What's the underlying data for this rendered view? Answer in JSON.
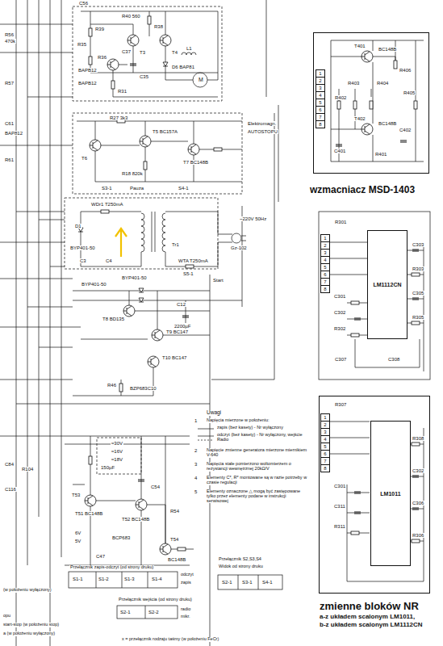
{
  "diagram": {
    "nodes": [
      {
        "text": [
          "wzmacniacz MSD-1403"
        ]
      },
      {
        "text": [
          "LM1112CN"
        ]
      },
      {
        "text": [
          "zmienne bloków NR",
          "a-z układem scalonym LM1011,",
          "b-z układem scalonym LM1112CN"
        ]
      },
      {
        "text": [
          "LM1011"
        ],
        "in": 2
      }
    ],
    "labels": [
      "C56",
      "R40 560",
      "R39",
      "R38",
      "C37",
      "T3",
      "T4",
      "R35",
      "BAPB12",
      "R36",
      "BAPB12",
      "R31",
      "C35",
      "D6 BAP81",
      "L1",
      "M",
      "R27 3k3",
      "T5 BC157A",
      "T6",
      "T7 BC148B",
      "R18 820k",
      "Elektromagn.",
      "AUTOSTOPU",
      "S3-1",
      "Pauza",
      "S4-1",
      "Tr1",
      "WDr1 T250mA",
      "~220V 50Hz",
      "D1",
      "BYP401-50",
      "C3",
      "C4",
      "S5-1",
      "Start",
      "Gz-102",
      "T8 BD135",
      "T9 BC147",
      "T10 BC147",
      "R46",
      "BZP683C10",
      "C12",
      "2200µF",
      "BYP401-50",
      "BYP401-50",
      "WTA T250mA",
      "R56",
      "470k",
      "R57",
      "C61",
      "BAP812",
      "R61",
      "Uwagi",
      "1",
      "Napięcia mierzone w położeniu:",
      "zapis (bez kasety) - Nr wyłączony",
      "odczyt (bez kasety) - Nr wyłączony, wejście Radio",
      "2",
      "Napięcie zmienne generatora mierzone miernikiem V-640",
      "3",
      "Napięcia stałe pomierzono woltomierzem o rezystancji wewnętrznej 20kΩ/V",
      "4",
      "Elementy C*, R* montowane są w razie potrzeby w czasie regulacji",
      "5",
      "Elementy oznaczone △ mogą być zastępowane tylko przez elementy podane w instrukcji serwisowej",
      "≈30V",
      "≈16V",
      "≈18V",
      "150µF",
      "6V",
      "5V",
      "C84",
      "R104",
      "C116",
      "T51 BC148B",
      "T52 BC148B",
      "T53",
      "T54",
      "BC148B",
      "BCP683",
      "C47",
      "R54",
      "C54",
      "Przełącznik zapis-odczyt (od strony druku)",
      "S1-1",
      "S1-2",
      "S1-3",
      "S1-4",
      "odczyt",
      "zapis",
      "Przełącznik wejścia (od strony druku)",
      "radio",
      "mikr.",
      "S2-1",
      "S2-2",
      "Przełącznik S2,S3,S4",
      "Widok od strony druku",
      "S2-1",
      "S3-1",
      "S4-1",
      "x = przełącznik rodzaju taśmy (w położeniu FeCr)",
      "(w położeniu wyłączony)",
      "opu",
      "start-stop (w położeniu stop)",
      "a (w położeniu wyłączony)",
      "T401",
      "BC148B",
      "T402",
      "BC148B",
      "R406",
      "C401",
      "R401",
      "R402",
      "R403",
      "R404",
      "R405",
      "C402",
      "R301",
      "C301",
      "C302",
      "R302",
      "C303",
      "R303",
      "C305",
      "R305",
      "C307",
      "C308",
      "R307",
      "C301",
      "C311",
      "R311",
      "R308",
      "C302",
      "C306",
      "R306",
      "1",
      "2",
      "3",
      "4",
      "5",
      "6",
      "7",
      "8",
      "1",
      "2",
      "3",
      "4",
      "5",
      "6",
      "7",
      "8",
      "1",
      "2",
      "3",
      "4",
      "5",
      "6",
      "7",
      "8"
    ]
  }
}
